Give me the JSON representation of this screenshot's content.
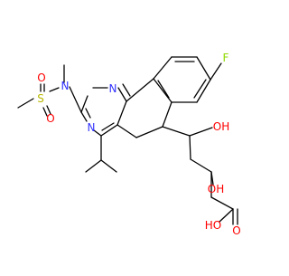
{
  "colors": {
    "bond": "#000000",
    "nitrogen": "#3333ff",
    "oxygen": "#ff0000",
    "sulfur": "#b8b800",
    "fluorine": "#8fd900"
  },
  "atoms": {
    "fluorine": "F",
    "n_top": "N",
    "n_bottom": "N",
    "n_amine": "N",
    "sulfur": "S",
    "o_sulfonyl_top": "O",
    "o_sulfonyl_bottom": "O",
    "oh_1": "OH",
    "oh_2": "OH",
    "o_carbonyl": "O",
    "oh_acid": "HO"
  }
}
